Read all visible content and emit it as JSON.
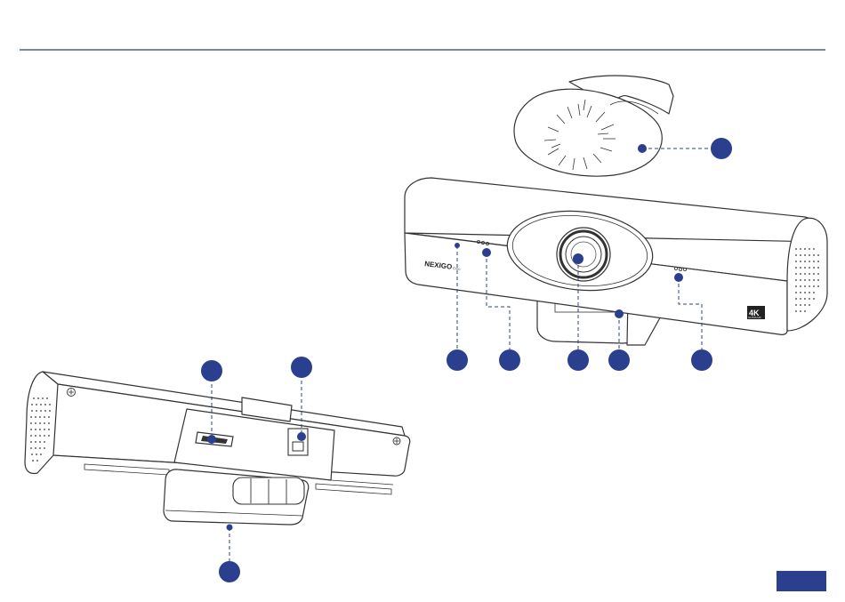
{
  "colors": {
    "accent": "#2b3f8f",
    "rule": "#2b3f6b",
    "line_art": "#333333"
  },
  "front_view": {
    "brand_logo": "NEXIGO",
    "brand_model": "Cmo",
    "badge": "4K",
    "badge_sub": "ULTRA HD"
  }
}
